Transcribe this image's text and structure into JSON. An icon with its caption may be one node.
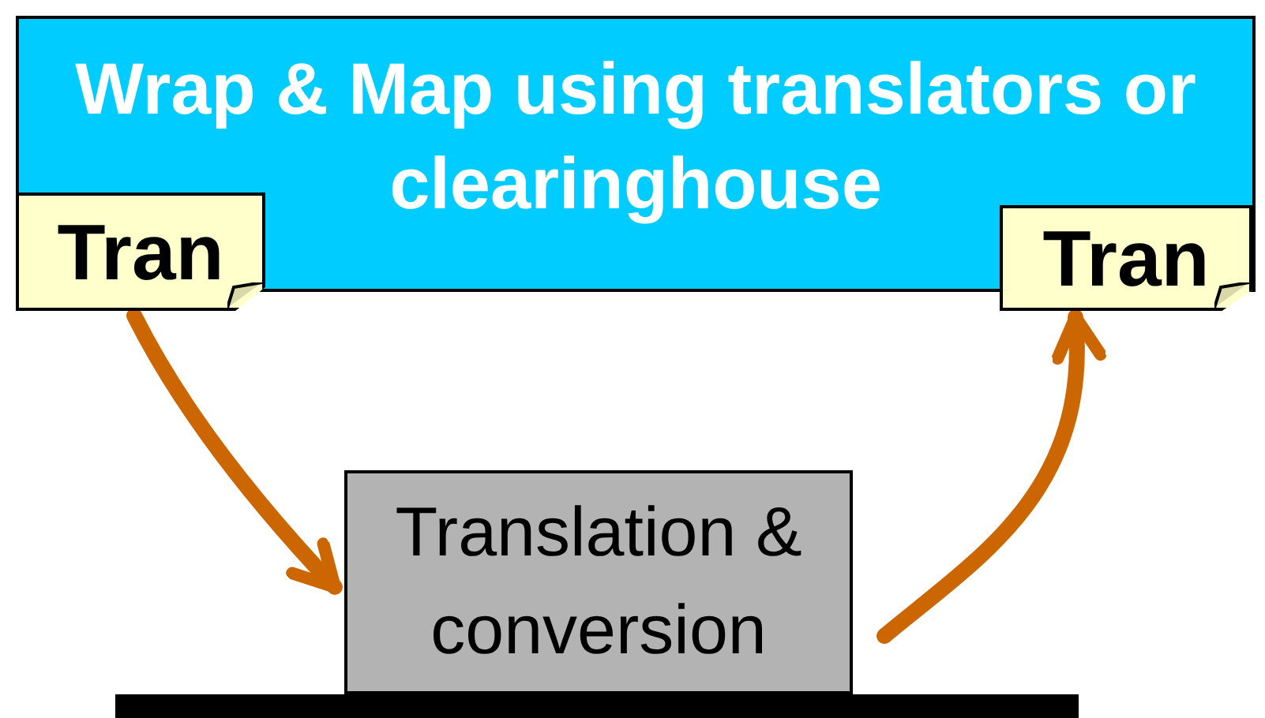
{
  "diagram": {
    "nodes": [
      {
        "text": [
          "Wrap & Map using translators or clearinghouse"
        ]
      },
      {
        "text": [
          "Tran"
        ]
      },
      {
        "text": [
          "Tran"
        ]
      },
      {
        "text": [
          "Translation & conversion"
        ]
      },
      {
        "text": [],
        "shape": "bar"
      }
    ],
    "edges": [
      {
        "from": 1,
        "to": 3,
        "arrow": "to"
      },
      {
        "from": 3,
        "to": 2,
        "arrow": "to"
      }
    ]
  }
}
